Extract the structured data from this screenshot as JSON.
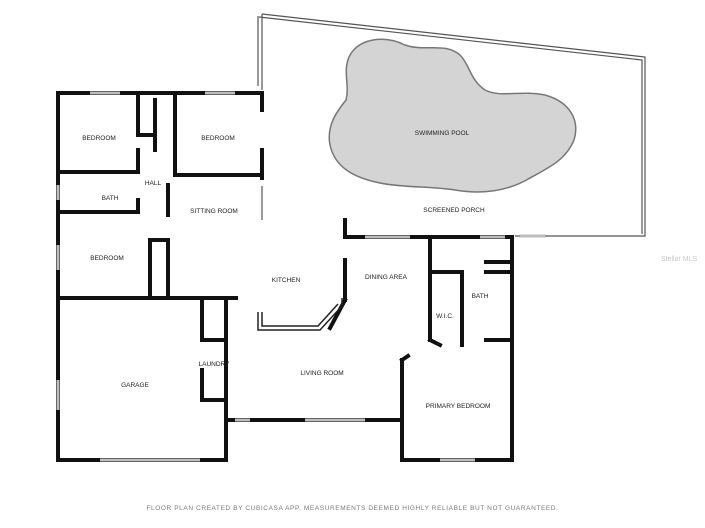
{
  "rooms": {
    "bedroom_1": "BEDROOM",
    "bedroom_2": "BEDROOM",
    "bedroom_3": "BEDROOM",
    "bath_1": "BATH",
    "hall": "HALL",
    "sitting_room": "SITTING ROOM",
    "swimming_pool": "SWIMMING POOL",
    "screened_porch": "SCREENED PORCH",
    "kitchen": "KITCHEN",
    "dining_area": "DINING AREA",
    "bath_2": "BATH",
    "wic": "W.I.C.",
    "garage": "GARAGE",
    "laundry": "LAUNDRY",
    "living_room": "LIVING ROOM",
    "primary_bedroom": "PRIMARY BEDROOM"
  },
  "footer": {
    "disclaimer": "FLOOR PLAN CREATED BY CUBICASA APP. MEASUREMENTS DEEMED HIGHLY RELIABLE BUT NOT GUARANTEED."
  },
  "watermark": "Stellar MLS",
  "colors": {
    "wall": "#111111",
    "pool_fill": "#d4d4d4",
    "window": "#bdbdbd",
    "background": "#ffffff"
  }
}
